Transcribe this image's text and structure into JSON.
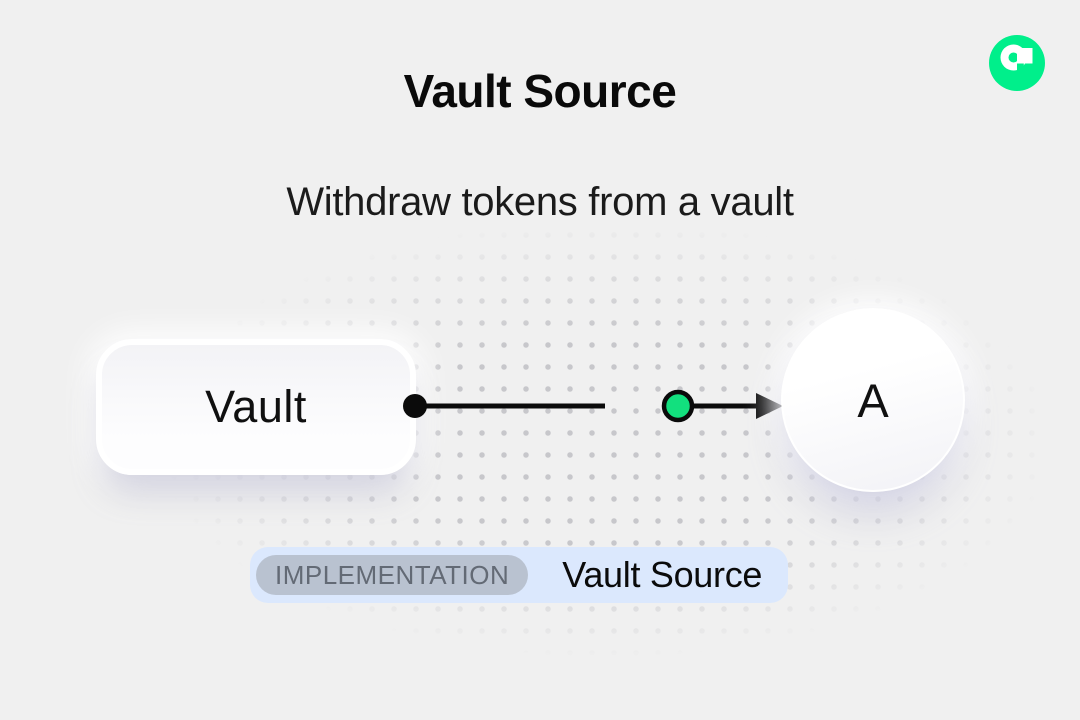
{
  "header": {
    "title": "Vault Source",
    "subtitle": "Withdraw tokens from a vault"
  },
  "logo": {
    "name": "flow-logo",
    "color": "#00ef8b"
  },
  "diagram": {
    "source_node": {
      "label": "Vault"
    },
    "target_node": {
      "label": "A"
    },
    "edge": {
      "line_color": "#0b0b0b",
      "marker_color": "#12e07e"
    }
  },
  "badge": {
    "tag": "IMPLEMENTATION",
    "label": "Vault Source"
  },
  "colors": {
    "background": "#f0f0f0",
    "dot_grid": "#c4c4c8",
    "badge_container_bg": "#dbe8fd",
    "badge_tag_bg": "#b9c2d0",
    "badge_tag_text": "#636a75",
    "accent_green": "#00ef8b"
  }
}
